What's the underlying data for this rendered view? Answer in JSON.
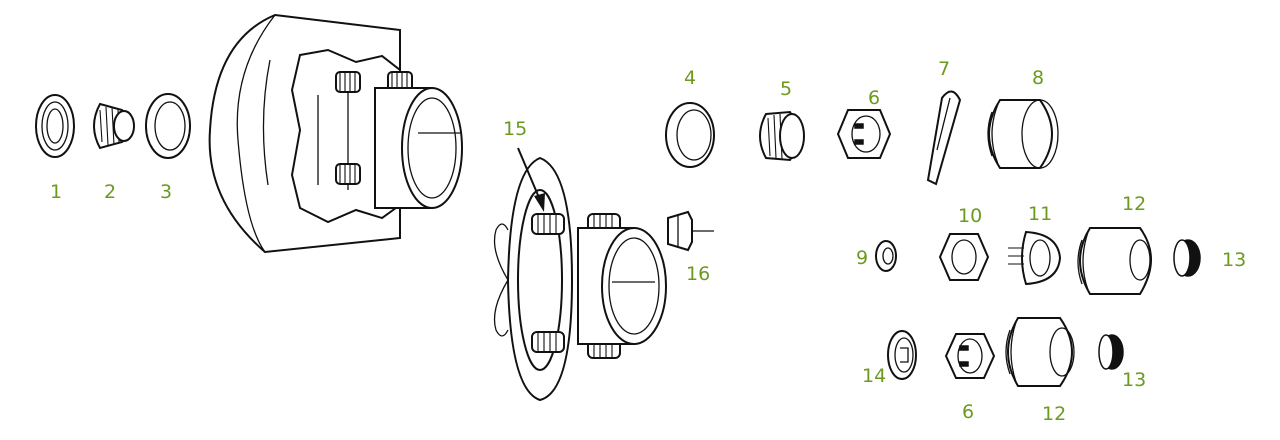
{
  "label_color": "#6c9a1f",
  "callouts": {
    "n1": "1",
    "n2": "2",
    "n3": "3",
    "n4": "4",
    "n5": "5",
    "n6a": "6",
    "n6b": "6",
    "n7": "7",
    "n8": "8",
    "n9": "9",
    "n10": "10",
    "n11": "11",
    "n12a": "12",
    "n12b": "12",
    "n13a": "13",
    "n13b": "13",
    "n14": "14",
    "n15": "15",
    "n16": "16"
  },
  "parts": [
    {
      "id": 1,
      "icon": "bearing-race-icon"
    },
    {
      "id": 2,
      "icon": "tapered-bearing-icon"
    },
    {
      "id": 3,
      "icon": "bearing-race-icon"
    },
    {
      "id": 4,
      "icon": "bearing-cup-icon"
    },
    {
      "id": 5,
      "icon": "tapered-bearing-icon"
    },
    {
      "id": 6,
      "icon": "castle-nut-icon"
    },
    {
      "id": 7,
      "icon": "cotter-pin-icon"
    },
    {
      "id": 8,
      "icon": "dust-cap-icon"
    },
    {
      "id": 9,
      "icon": "washer-icon"
    },
    {
      "id": 10,
      "icon": "hex-nut-icon"
    },
    {
      "id": 11,
      "icon": "nut-retainer-icon"
    },
    {
      "id": 12,
      "icon": "grease-cap-icon"
    },
    {
      "id": 13,
      "icon": "rubber-plug-icon"
    },
    {
      "id": 14,
      "icon": "spindle-washer-icon"
    },
    {
      "id": 15,
      "icon": "wheel-stud-icon"
    },
    {
      "id": 16,
      "icon": "lug-nut-icon"
    }
  ]
}
